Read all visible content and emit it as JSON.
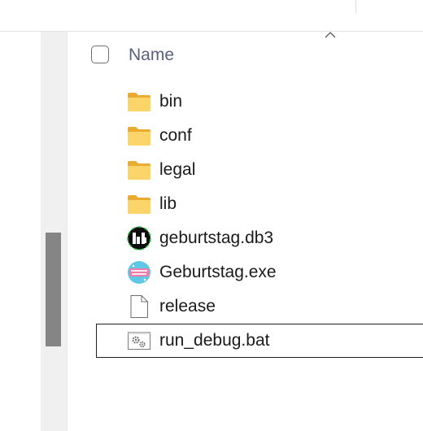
{
  "header": {
    "name_column_label": "Name"
  },
  "files": [
    {
      "name": "bin",
      "icon": "folder-icon"
    },
    {
      "name": "conf",
      "icon": "folder-icon"
    },
    {
      "name": "legal",
      "icon": "folder-icon"
    },
    {
      "name": "lib",
      "icon": "folder-icon"
    },
    {
      "name": "geburtstag.db3",
      "icon": "sqlite-db-icon"
    },
    {
      "name": "Geburtstag.exe",
      "icon": "happy-birthday-app-icon"
    },
    {
      "name": "release",
      "icon": "blank-file-icon"
    },
    {
      "name": "run_debug.bat",
      "icon": "batch-file-icon",
      "selected": true
    }
  ],
  "colors": {
    "folder": "#f6c64f",
    "scroll_thumb": "#858585",
    "header_text": "#58627a"
  }
}
